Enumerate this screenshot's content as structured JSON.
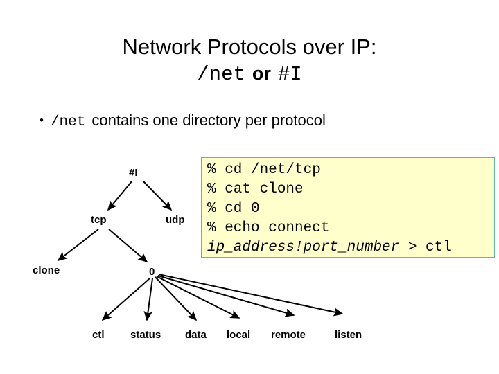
{
  "slide": {
    "title": {
      "line1": "Network Protocols over IP:",
      "line2_path": "/net",
      "line2_conj": "or",
      "line2_device": "#I"
    },
    "bullet": {
      "glyph": "•",
      "path": "/net",
      "text": "contains one directory per protocol"
    }
  },
  "code_box": {
    "lines": [
      "% cd /net/tcp",
      "% cat clone",
      "% cd 0",
      "% echo connect "
    ],
    "last_line_italic": "ip_address!port_number",
    "last_line_plain": " > ctl",
    "background_color": "#ffffcc",
    "border_color": "#5ab9a8"
  },
  "tree": {
    "nodes": {
      "root": "#I",
      "tcp": "tcp",
      "udp": "udp",
      "clone": "clone",
      "zero": "0"
    },
    "leaves": {
      "ctl": "ctl",
      "status": "status",
      "data": "data",
      "local": "local",
      "remote": "remote",
      "listen": "listen"
    },
    "edge_color": "#000000"
  }
}
